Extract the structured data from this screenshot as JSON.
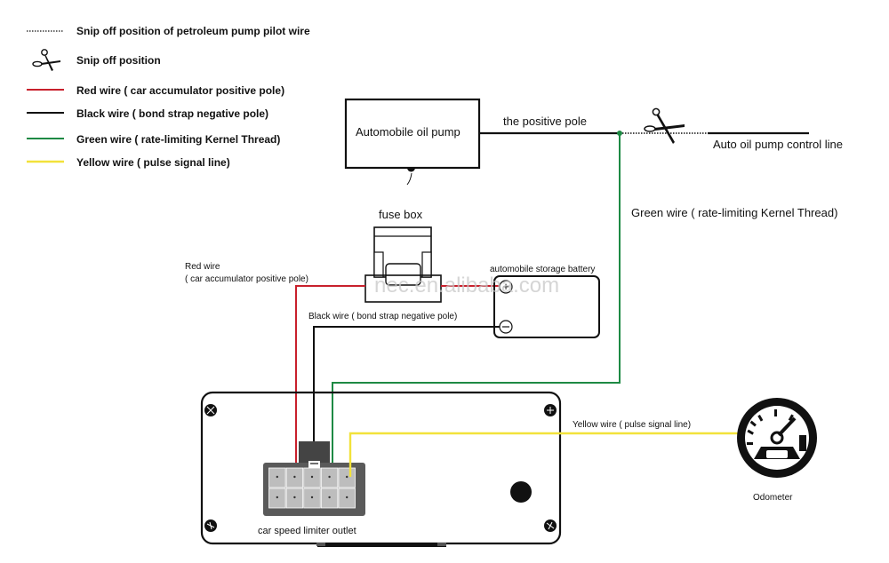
{
  "colors": {
    "red_wire": "#c8202c",
    "black_wire": "#111111",
    "green_wire": "#1e8a44",
    "yellow_wire": "#f2e23a",
    "connector_gray": "#5a5a5a",
    "connector_pin": "#bdbdbd"
  },
  "legend": {
    "items": [
      {
        "icon": "dotted-line-icon",
        "label": "Snip off position of petroleum pump pilot wire"
      },
      {
        "icon": "scissors-icon",
        "label": "Snip off position"
      },
      {
        "icon": "red-line-icon",
        "label": "Red wire ( car accumulator positive pole)"
      },
      {
        "icon": "black-line-icon",
        "label": "Black wire ( bond strap negative pole)"
      },
      {
        "icon": "green-line-icon",
        "label": "Green wire ( rate-limiting Kernel Thread)"
      },
      {
        "icon": "yellow-line-icon",
        "label": "Yellow wire ( pulse signal line)"
      }
    ]
  },
  "components": {
    "oil_pump": "Automobile oil pump",
    "fuse_box": "fuse box",
    "battery": "automobile storage battery",
    "limiter_outlet": "car speed limiter outlet",
    "odometer": "Odometer"
  },
  "labels": {
    "positive_pole": "the positive pole",
    "control_line": "Auto oil pump control line",
    "green_wire": "Green wire ( rate-limiting Kernel Thread)",
    "red_wire_line1": "Red wire",
    "red_wire_line2": "( car accumulator positive pole)",
    "black_wire": "Black wire ( bond strap negative pole)",
    "yellow_wire": "Yellow wire ( pulse signal line)",
    "battery_plus": "+",
    "battery_minus": "−"
  },
  "watermark": "nec.en.alibaba.com"
}
